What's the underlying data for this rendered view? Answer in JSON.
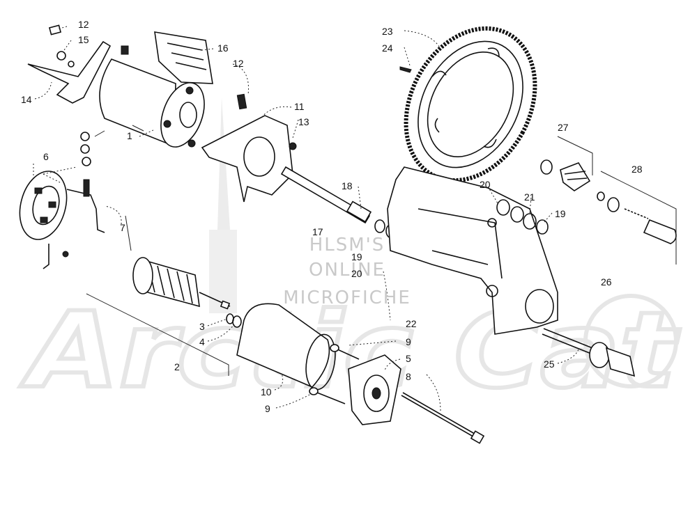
{
  "watermark": {
    "line1": "HLSM'S",
    "line2": "ONLINE",
    "line3": "MICROFICHE",
    "logo": "Arctic Cat"
  },
  "callouts": [
    {
      "id": "c12a",
      "text": "12"
    },
    {
      "id": "c15",
      "text": "15"
    },
    {
      "id": "c14",
      "text": "14"
    },
    {
      "id": "c16",
      "text": "16"
    },
    {
      "id": "c12b",
      "text": "12"
    },
    {
      "id": "c11",
      "text": "11"
    },
    {
      "id": "c13",
      "text": "13"
    },
    {
      "id": "c1",
      "text": "1"
    },
    {
      "id": "c6",
      "text": "6"
    },
    {
      "id": "c7",
      "text": "7"
    },
    {
      "id": "c23",
      "text": "23"
    },
    {
      "id": "c24",
      "text": "24"
    },
    {
      "id": "c27",
      "text": "27"
    },
    {
      "id": "c28",
      "text": "28"
    },
    {
      "id": "c20a",
      "text": "20"
    },
    {
      "id": "c21",
      "text": "21"
    },
    {
      "id": "c19a",
      "text": "19"
    },
    {
      "id": "c18",
      "text": "18"
    },
    {
      "id": "c17",
      "text": "17"
    },
    {
      "id": "c19b",
      "text": "19"
    },
    {
      "id": "c20b",
      "text": "20"
    },
    {
      "id": "c26",
      "text": "26"
    },
    {
      "id": "c22",
      "text": "22"
    },
    {
      "id": "c3",
      "text": "3"
    },
    {
      "id": "c4",
      "text": "4"
    },
    {
      "id": "c2",
      "text": "2"
    },
    {
      "id": "c9a",
      "text": "9"
    },
    {
      "id": "c5",
      "text": "5"
    },
    {
      "id": "c8",
      "text": "8"
    },
    {
      "id": "c25",
      "text": "25"
    },
    {
      "id": "c10",
      "text": "10"
    },
    {
      "id": "c9b",
      "text": "9"
    }
  ]
}
